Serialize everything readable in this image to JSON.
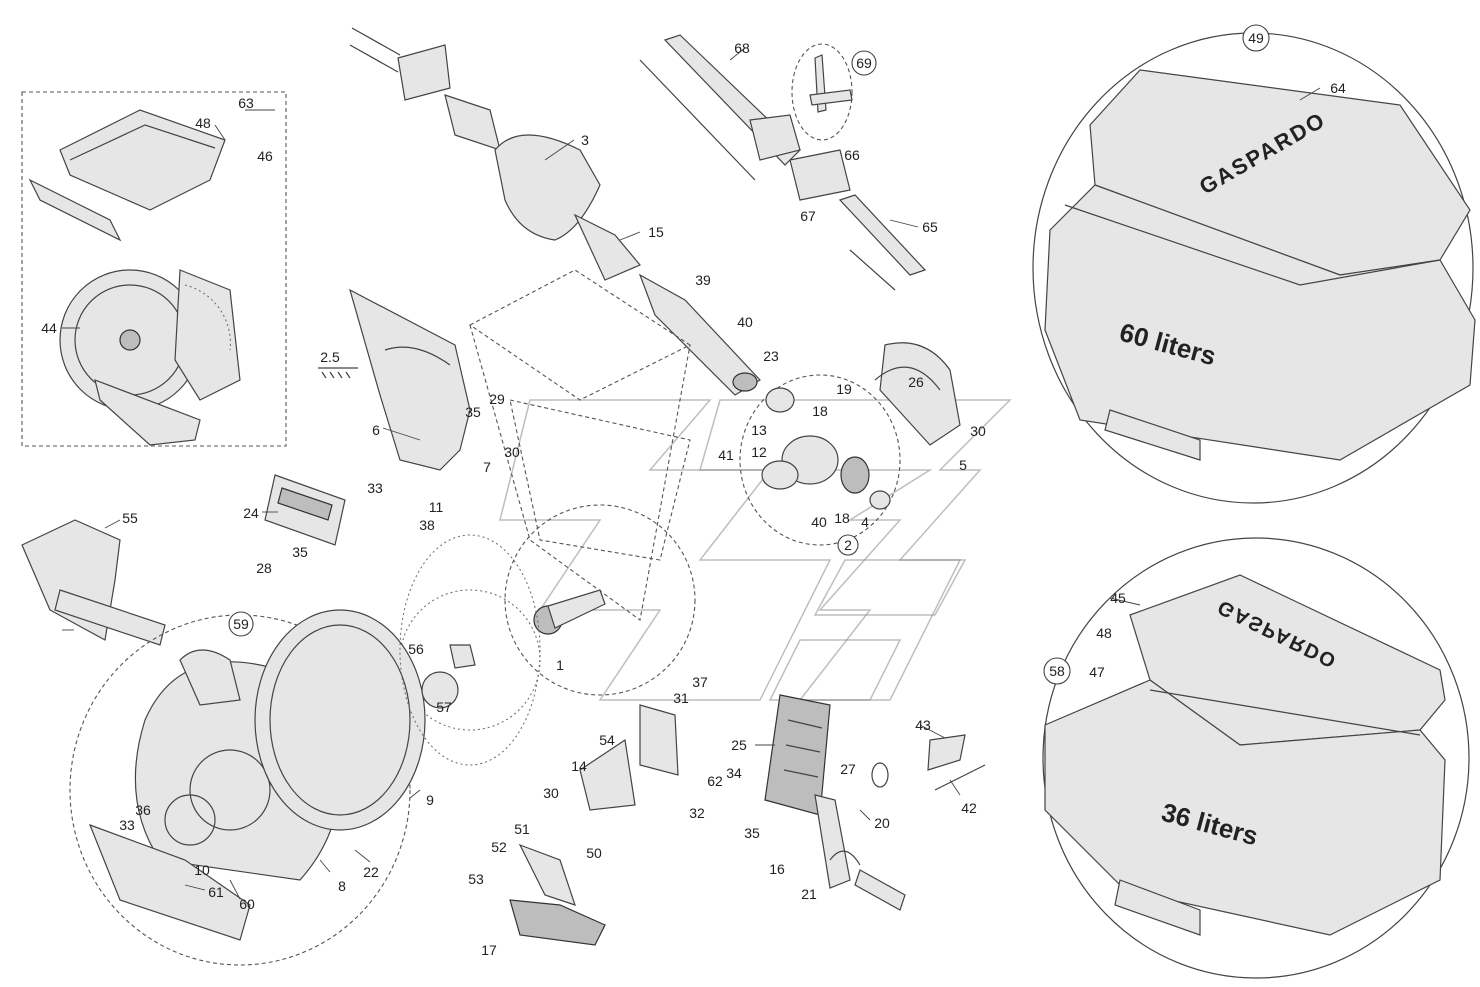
{
  "callouts": [
    {
      "id": "c2",
      "label": "2",
      "circled": true
    },
    {
      "id": "c3",
      "label": "3"
    },
    {
      "id": "c4",
      "label": "4"
    },
    {
      "id": "c5",
      "label": "5"
    },
    {
      "id": "c6",
      "label": "6"
    },
    {
      "id": "c7",
      "label": "7"
    },
    {
      "id": "c8",
      "label": "8"
    },
    {
      "id": "c9",
      "label": "9"
    },
    {
      "id": "c10",
      "label": "10"
    },
    {
      "id": "c11",
      "label": "11"
    },
    {
      "id": "c12",
      "label": "12"
    },
    {
      "id": "c13",
      "label": "13"
    },
    {
      "id": "c14",
      "label": "14"
    },
    {
      "id": "c15",
      "label": "15"
    },
    {
      "id": "c16",
      "label": "16"
    },
    {
      "id": "c17",
      "label": "17"
    },
    {
      "id": "c18a",
      "label": "18"
    },
    {
      "id": "c18b",
      "label": "18"
    },
    {
      "id": "c19",
      "label": "19"
    },
    {
      "id": "c20",
      "label": "20"
    },
    {
      "id": "c21",
      "label": "21"
    },
    {
      "id": "c22",
      "label": "22"
    },
    {
      "id": "c23",
      "label": "23"
    },
    {
      "id": "c24",
      "label": "24"
    },
    {
      "id": "c25",
      "label": "25"
    },
    {
      "id": "c26",
      "label": "26"
    },
    {
      "id": "c27",
      "label": "27"
    },
    {
      "id": "c28",
      "label": "28"
    },
    {
      "id": "c29",
      "label": "29"
    },
    {
      "id": "c30a",
      "label": "30"
    },
    {
      "id": "c30b",
      "label": "30"
    },
    {
      "id": "c30c",
      "label": "30"
    },
    {
      "id": "c31",
      "label": "31"
    },
    {
      "id": "c32",
      "label": "32"
    },
    {
      "id": "c33a",
      "label": "33"
    },
    {
      "id": "c33b",
      "label": "33"
    },
    {
      "id": "c34",
      "label": "34"
    },
    {
      "id": "c35a",
      "label": "35"
    },
    {
      "id": "c35b",
      "label": "35"
    },
    {
      "id": "c35c",
      "label": "35"
    },
    {
      "id": "c36",
      "label": "36"
    },
    {
      "id": "c37",
      "label": "37"
    },
    {
      "id": "c38",
      "label": "38"
    },
    {
      "id": "c39",
      "label": "39"
    },
    {
      "id": "c40a",
      "label": "40"
    },
    {
      "id": "c40b",
      "label": "40"
    },
    {
      "id": "c41",
      "label": "41"
    },
    {
      "id": "c42",
      "label": "42"
    },
    {
      "id": "c43",
      "label": "43"
    },
    {
      "id": "c44",
      "label": "44"
    },
    {
      "id": "c45",
      "label": "45"
    },
    {
      "id": "c46",
      "label": "46"
    },
    {
      "id": "c47",
      "label": "47"
    },
    {
      "id": "c48a",
      "label": "48"
    },
    {
      "id": "c48b",
      "label": "48"
    },
    {
      "id": "c49",
      "label": "49",
      "circled": true
    },
    {
      "id": "c50",
      "label": "50"
    },
    {
      "id": "c51",
      "label": "51"
    },
    {
      "id": "c52",
      "label": "52"
    },
    {
      "id": "c53",
      "label": "53"
    },
    {
      "id": "c54",
      "label": "54"
    },
    {
      "id": "c55",
      "label": "55"
    },
    {
      "id": "c56",
      "label": "56"
    },
    {
      "id": "c57",
      "label": "57"
    },
    {
      "id": "c58",
      "label": "58",
      "circled": true
    },
    {
      "id": "c59",
      "label": "59",
      "circled": true
    },
    {
      "id": "c60",
      "label": "60"
    },
    {
      "id": "c61",
      "label": "61"
    },
    {
      "id": "c62",
      "label": "62"
    },
    {
      "id": "c63",
      "label": "63"
    },
    {
      "id": "c64",
      "label": "64"
    },
    {
      "id": "c65",
      "label": "65"
    },
    {
      "id": "c66",
      "label": "66"
    },
    {
      "id": "c67",
      "label": "67"
    },
    {
      "id": "c68",
      "label": "68"
    },
    {
      "id": "c69",
      "label": "69",
      "circled": true
    },
    {
      "id": "c1",
      "label": "1"
    }
  ],
  "dimension_label": "2.5",
  "hoppers": {
    "large": {
      "capacity": "60 liters",
      "brand": "GASPARDO"
    },
    "small": {
      "capacity": "36 liters",
      "brand": "GASPARDO"
    }
  },
  "colors": {
    "line": "#444444",
    "part_fill": "#e6e6e6",
    "dark_fill": "#bdbdbd",
    "watermark": "#888888"
  }
}
